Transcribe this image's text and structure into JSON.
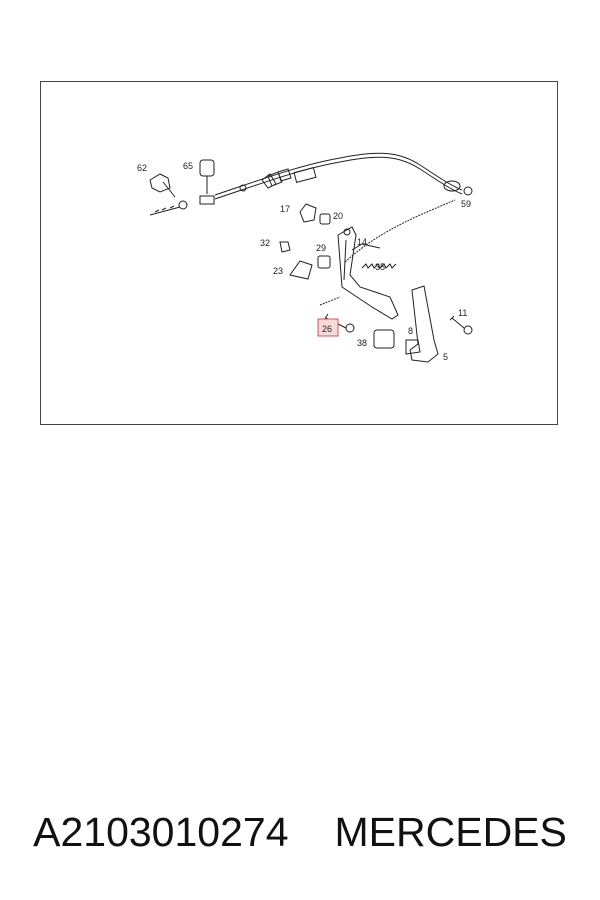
{
  "part_number": "A2103010274",
  "brand": "MERCEDES",
  "diagram": {
    "labels": [
      "62",
      "65",
      "59",
      "17",
      "20",
      "14",
      "32",
      "29",
      "23",
      "35",
      "11",
      "8",
      "38",
      "26",
      "5"
    ],
    "highlighted_label": "26",
    "highlight_color": "#e05050"
  }
}
